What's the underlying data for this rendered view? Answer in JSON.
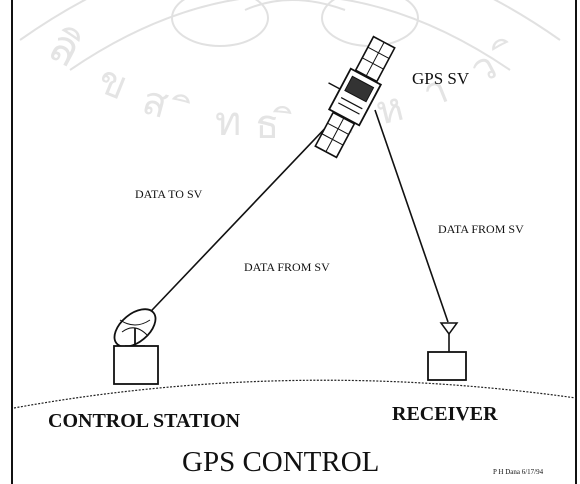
{
  "diagram": {
    "satellite_label": "GPS SV",
    "link_uplink": "DATA TO SV",
    "link_downlink_station": "DATA FROM SV",
    "link_downlink_receiver": "DATA FROM SV",
    "control_station_label": "CONTROL STATION",
    "receiver_label": "RECEIVER",
    "title": "GPS CONTROL",
    "credit": "P H Dana 6/17/94"
  },
  "colors": {
    "line": "#111111",
    "watermark": "#c8c8c8"
  }
}
